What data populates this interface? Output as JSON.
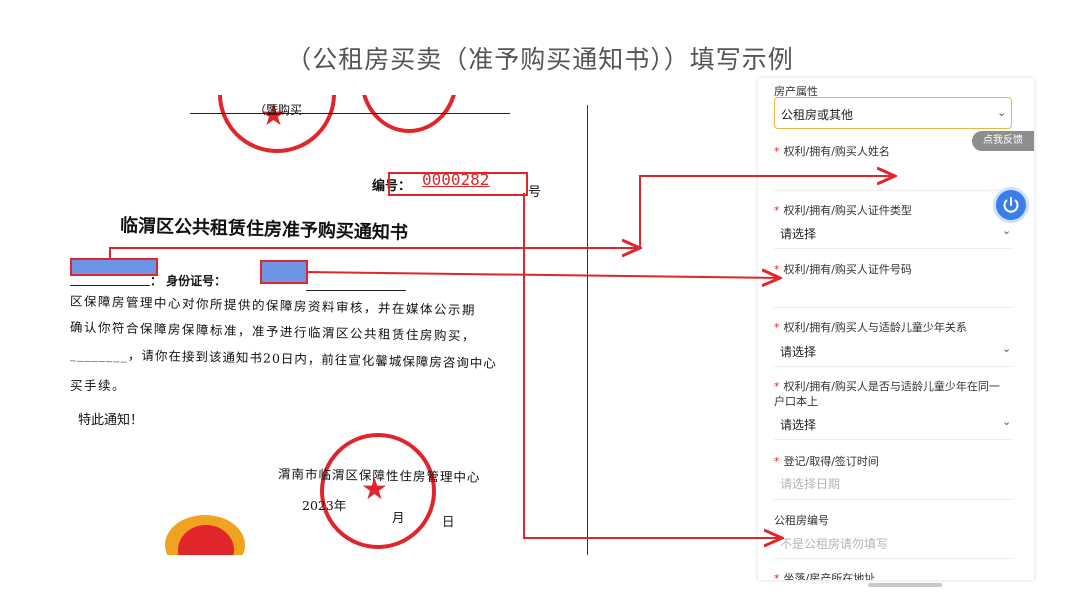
{
  "slide": {
    "title": "（公租房买卖（准予购买通知书））填写示例"
  },
  "document": {
    "top_fragment": "（暨购买",
    "number_label": "编号：",
    "number_value": "0000282",
    "number_suffix": "号",
    "heading": "临渭区公共租赁住房准予购买通知书",
    "id_label": "：  身份证号：",
    "body_lines": [
      "区保障房管理中心对你所提供的保障房资料审核，并在媒体公示期",
      "确认你符合保障房保障标准，准予进行临渭区公共租赁住房购买，",
      "________，请你在接到该通知书20日内，前往宣化馨城保障房咨询中心",
      "买手续。"
    ],
    "closing": "特此通知！",
    "issuer": "渭南市临渭区保障性住房管理中心",
    "date_year": "2023年",
    "date_month": "月",
    "date_day": "日"
  },
  "form": {
    "property_attr": {
      "label": "房产属性",
      "value": "公租房或其他"
    },
    "feedback_button": "点我反馈",
    "fields": [
      {
        "label": "权利/拥有/购买人姓名",
        "required": true,
        "value": "",
        "placeholder": ""
      },
      {
        "label": "权利/拥有/购买人证件类型",
        "required": true,
        "value": "请选择"
      },
      {
        "label": "权利/拥有/购买人证件号码",
        "required": true,
        "value": ""
      },
      {
        "label": "权利/拥有/购买人与适龄儿童少年关系",
        "required": true,
        "value": "请选择"
      },
      {
        "label": "权利/拥有/购买人是否与适龄儿童少年在同一户口本上",
        "required": true,
        "value": "请选择"
      },
      {
        "label": "登记/取得/签订时间",
        "required": true,
        "placeholder": "请选择日期"
      },
      {
        "label": "公租房编号",
        "required": false,
        "placeholder": "不是公租房请勿填写"
      },
      {
        "label": "坐落/房产所在地址",
        "required": true
      }
    ]
  },
  "colors": {
    "accent_red": "#e0262b",
    "mask_blue": "#6d95e5",
    "select_border": "#e8b64d",
    "power_blue": "#3b7ee9"
  }
}
